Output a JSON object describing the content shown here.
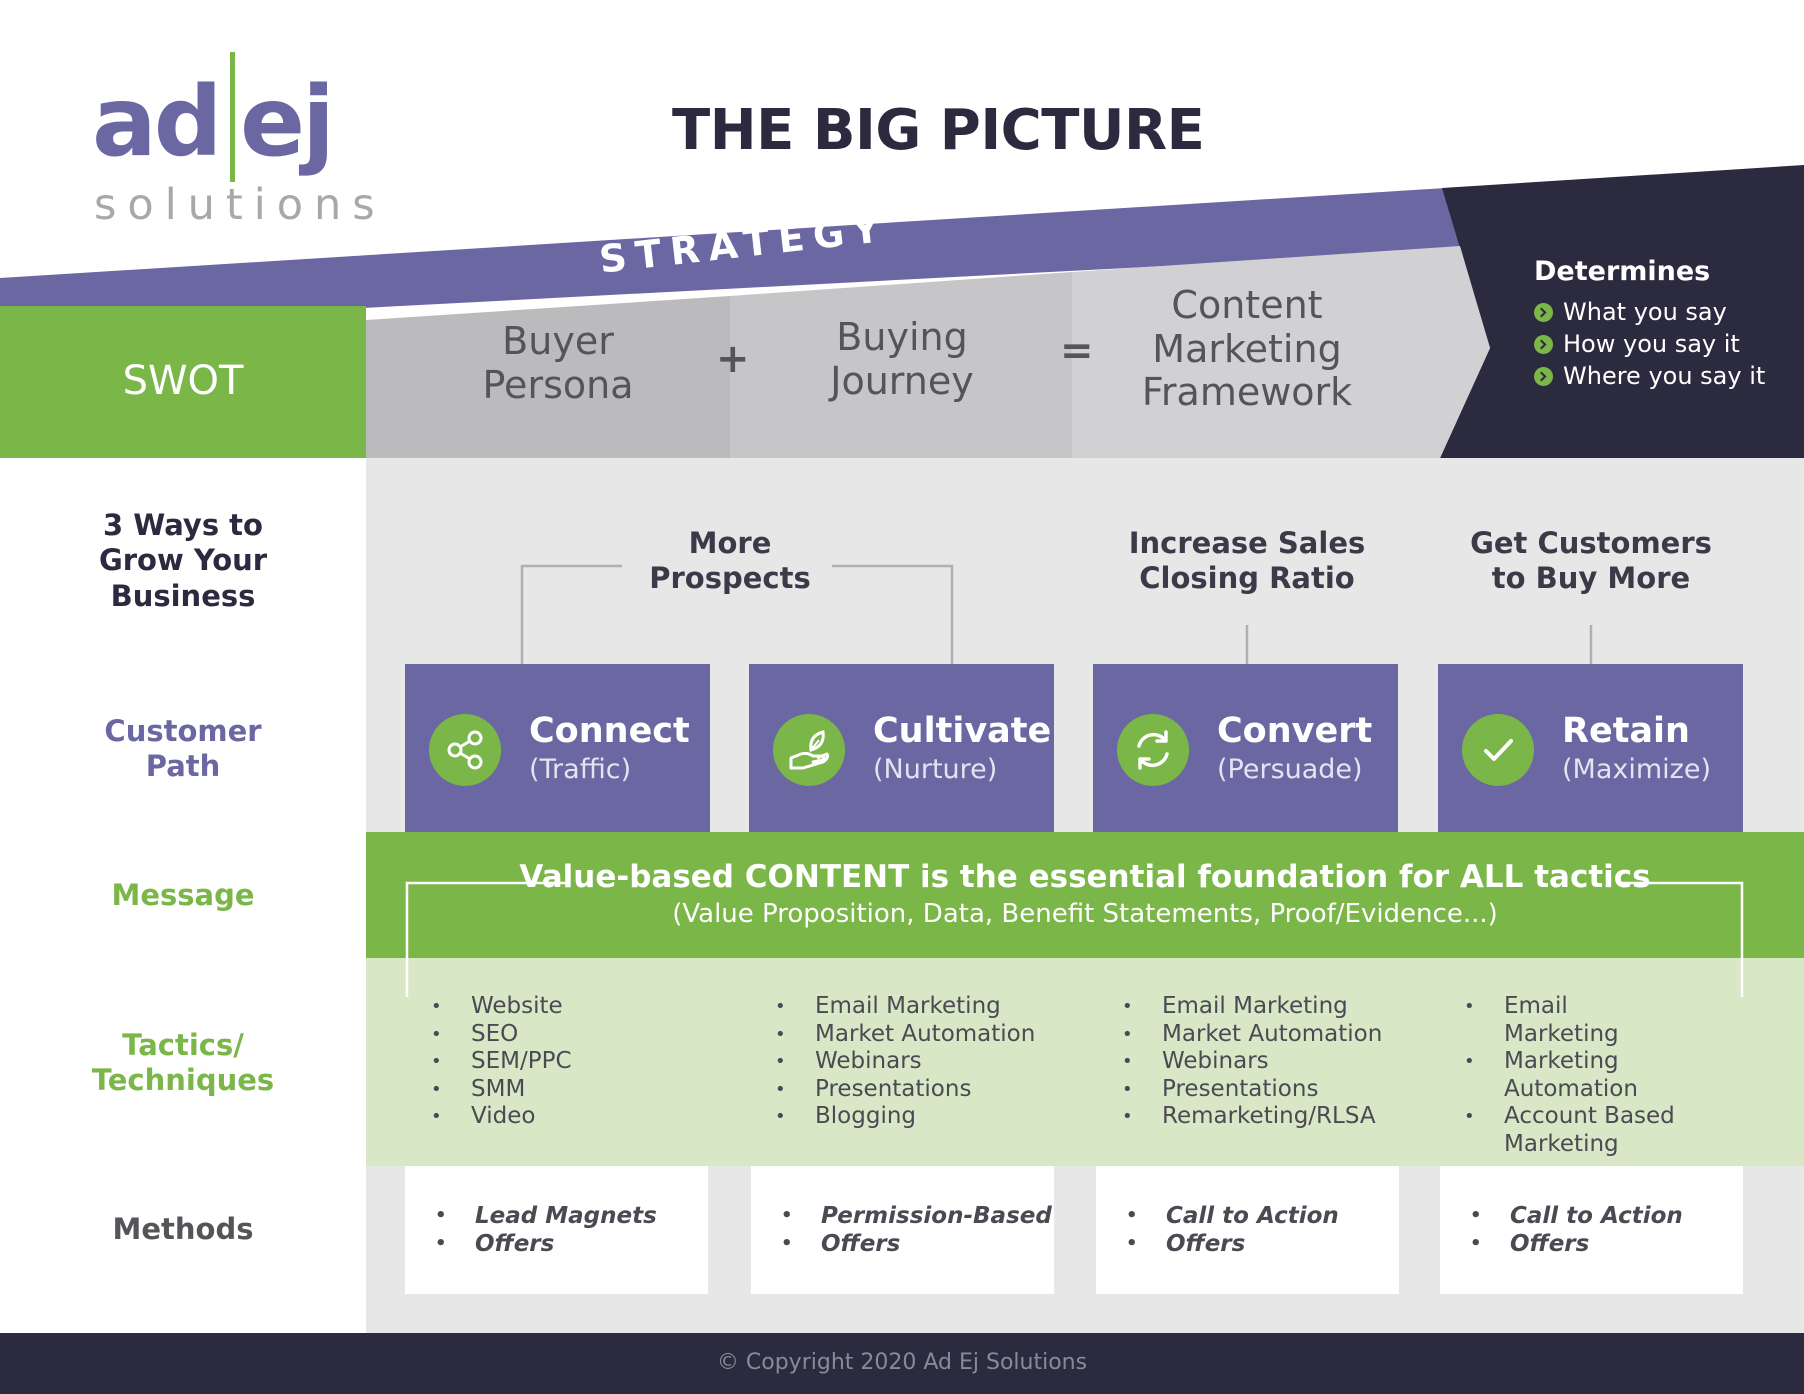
{
  "logo": {
    "part1": "ad",
    "part2": "ej",
    "sub": "solutions"
  },
  "title": "THE BIG PICTURE",
  "strategy": {
    "band_label": "STRATEGY",
    "swot": "SWOT",
    "buyer_persona": [
      "Buyer",
      "Persona"
    ],
    "plus": "+",
    "buying_journey": [
      "Buying",
      "Journey"
    ],
    "equals": "=",
    "framework": [
      "Content",
      "Marketing",
      "Framework"
    ],
    "determines": {
      "title": "Determines",
      "items": [
        "What you say",
        "How you say it",
        "Where you say it"
      ]
    }
  },
  "row_labels": {
    "ways": [
      "3 Ways to",
      "Grow Your",
      "Business"
    ],
    "customer_path": [
      "Customer",
      "Path"
    ],
    "message": "Message",
    "tactics": [
      "Tactics/",
      "Techniques"
    ],
    "methods": "Methods"
  },
  "goals": {
    "more_prospects": [
      "More",
      "Prospects"
    ],
    "increase_sales": [
      "Increase Sales",
      "Closing Ratio"
    ],
    "get_customers": [
      "Get Customers",
      "to Buy More"
    ]
  },
  "customer_path": [
    {
      "title": "Connect",
      "sub": "(Traffic)",
      "icon": "share-icon"
    },
    {
      "title": "Cultivate",
      "sub": "(Nurture)",
      "icon": "nurture-hand-icon"
    },
    {
      "title": "Convert",
      "sub": "(Persuade)",
      "icon": "refresh-icon"
    },
    {
      "title": "Retain",
      "sub": "(Maximize)",
      "icon": "check-icon"
    }
  ],
  "message": {
    "main": "Value-based CONTENT is the essential foundation for ALL tactics",
    "sub": "(Value Proposition, Data, Benefit Statements, Proof/Evidence...)"
  },
  "tactics": [
    [
      "Website",
      "SEO",
      "SEM/PPC",
      "SMM",
      "Video"
    ],
    [
      "Email Marketing",
      "Market Automation",
      "Webinars",
      "Presentations",
      "Blogging"
    ],
    [
      "Email Marketing",
      "Market Automation",
      "Webinars",
      "Presentations",
      "Remarketing/RLSA"
    ],
    [
      "Email Marketing",
      "Marketing Automation",
      "Account Based Marketing"
    ]
  ],
  "methods": [
    [
      "Lead Magnets",
      "Offers"
    ],
    [
      "Permission-Based",
      "Offers"
    ],
    [
      "Call to Action",
      "Offers"
    ],
    [
      "Call to Action",
      "Offers"
    ]
  ],
  "footer": "© Copyright 2020 Ad Ej Solutions",
  "colors": {
    "purple": "#6b67a3",
    "dark_navy": "#2b2a3f",
    "green": "#7ab648",
    "light_green": "#d8e7c6",
    "gray": "#c3c3c5",
    "light_gray": "#e7e7e8"
  }
}
